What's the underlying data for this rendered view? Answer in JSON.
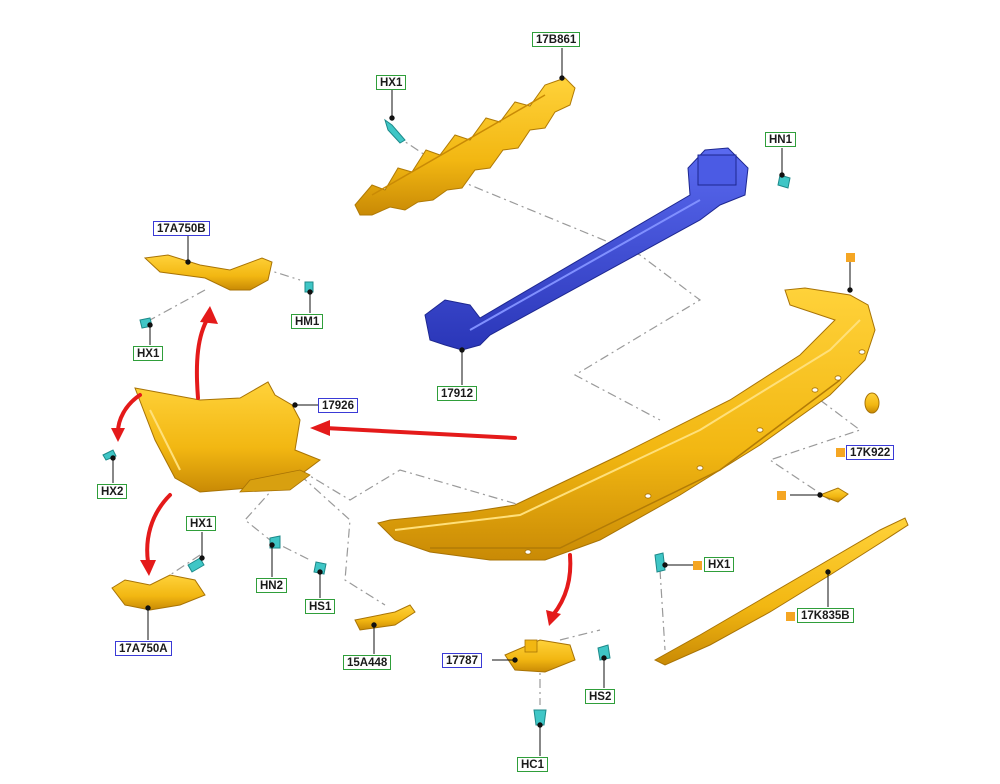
{
  "labels": {
    "17B861": "17B861",
    "HX1_top": "HX1",
    "HN1": "HN1",
    "17A750B": "17A750B",
    "HM1": "HM1",
    "HX1_left": "HX1",
    "17912": "17912",
    "17926": "17926",
    "HX2": "HX2",
    "HX1_lower": "HX1",
    "17K922": "17K922",
    "HN2": "HN2",
    "HS1": "HS1",
    "17A750A": "17A750A",
    "15A448": "15A448",
    "HX1_right": "HX1",
    "17K835B": "17K835B",
    "17787": "17787",
    "HS2": "HS2",
    "HC1": "HC1"
  },
  "colors": {
    "part_yellow": "#f2b712",
    "part_blue": "#3f4fd6",
    "fastener_cyan": "#3fc6c6",
    "arrow_red": "#e41a1a",
    "marker_orange": "#f5a623",
    "label_border_green": "#2f9e3a",
    "label_border_blue": "#3a3ad6"
  }
}
